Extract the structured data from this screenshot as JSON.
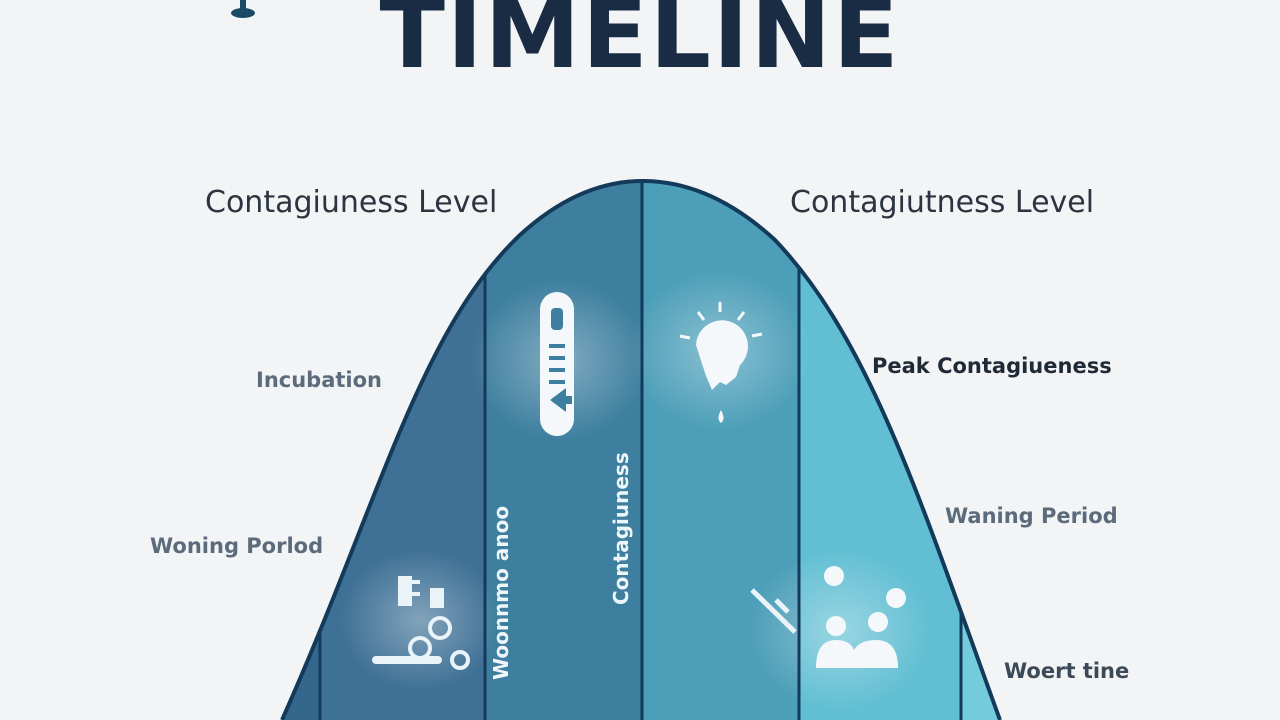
{
  "title": "TIMELINE",
  "left_level_label": "Contagiuness Level",
  "right_level_label": "Contagiutness Level",
  "left_labels": {
    "upper": "Incubation",
    "lower": "Woning Porlod"
  },
  "right_labels": {
    "upper": "Peak Contagiueness",
    "middle": "Waning Period",
    "lower": "Woert tine"
  },
  "curve_band_labels": {
    "band_2": "Woonnmo anoo",
    "band_3": "Contagiuness"
  },
  "colors": {
    "title": "#1a2c44",
    "band_1": "#3f7196",
    "band_2": "#3e7f9f",
    "band_3": "#4d9fb9",
    "band_4": "#62bfd3",
    "band_5": "#74cbdc",
    "outline": "#143a5a"
  },
  "icons": [
    "thermometer-icon",
    "lightbulb-icon",
    "medical-tools-icon",
    "syringe-icon",
    "people-icon",
    "pin-icon"
  ]
}
